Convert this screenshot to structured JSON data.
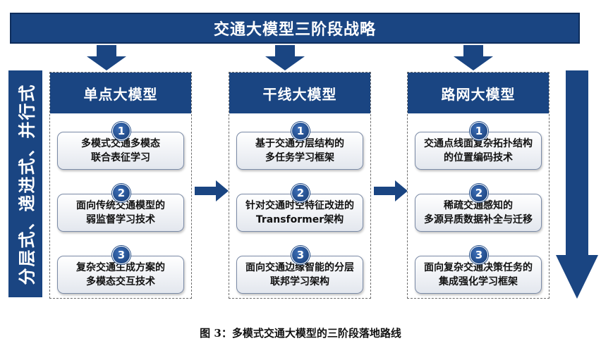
{
  "title": "交通大模型三阶段战略",
  "side_label": "分层式、递进式、并行式",
  "columns": [
    {
      "header": "单点大模型",
      "items": [
        {
          "num": "1",
          "text": "多模式交通多模态\n联合表征学习"
        },
        {
          "num": "2",
          "text": "面向传统交通模型的\n弱监督学习技术"
        },
        {
          "num": "3",
          "text": "复杂交通生成方案的\n多模态交互技术"
        }
      ]
    },
    {
      "header": "干线大模型",
      "items": [
        {
          "num": "1",
          "text": "基于交通分层结构的\n多任务学习框架"
        },
        {
          "num": "2",
          "text": "针对交通时空特征改进的\nTransformer架构"
        },
        {
          "num": "3",
          "text": "面向交通边缘智能的分层\n联邦学习架构"
        }
      ]
    },
    {
      "header": "路网大模型",
      "items": [
        {
          "num": "1",
          "text": "交通点线面复杂拓扑结构\n的位置编码技术"
        },
        {
          "num": "2",
          "text": "稀疏交通感知的\n多源异质数据补全与迁移"
        },
        {
          "num": "3",
          "text": "面向复杂交通决策任务的\n集成强化学习框架"
        }
      ]
    }
  ],
  "caption": "图 3：多模式交通大模型的三阶段落地路线",
  "colors": {
    "primary": "#1a4582",
    "box_border": "#7a8aa6"
  }
}
